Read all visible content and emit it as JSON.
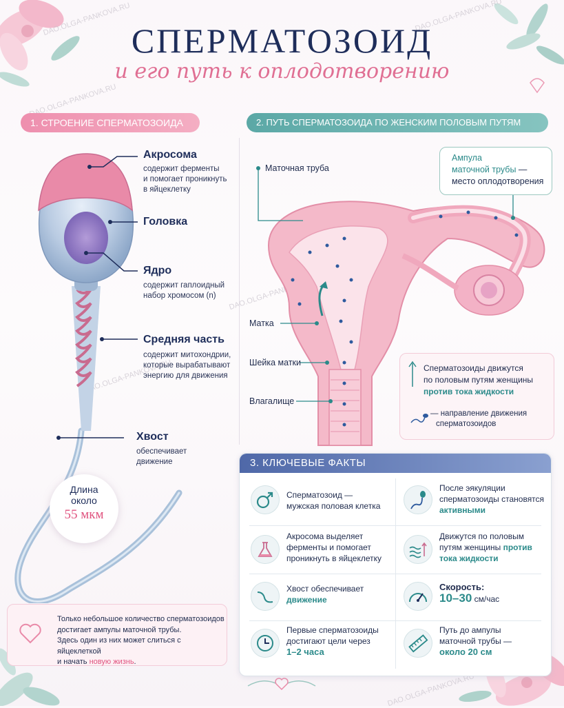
{
  "header": {
    "title": "СПЕРМАТОЗОИД",
    "subtitle": "и его путь к оплодотворению",
    "watermark": "DAO.OLGA-PANKOVA.RU"
  },
  "section1": {
    "heading": "1. СТРОЕНИЕ СПЕРМАТОЗОИДА",
    "acrosome": {
      "name": "Акросома",
      "desc1": "содержит ферменты",
      "desc2": "и помогает проникнуть",
      "desc3": "в яйцеклетку"
    },
    "head": {
      "name": "Головка"
    },
    "nucleus": {
      "name": "Ядро",
      "desc1": "содержит гаплоидный",
      "desc2": "набор хромосом (n)"
    },
    "midpiece": {
      "name": "Средняя часть",
      "desc1": "содержит митохондрии,",
      "desc2": "которые вырабатывают",
      "desc3": "энергию для движения"
    },
    "tail": {
      "name": "Хвост",
      "desc1": "обеспечивает",
      "desc2": "движение"
    },
    "length": {
      "line1": "Длина",
      "line2": "около",
      "value": "55 мкм"
    },
    "note": {
      "line1": "Только небольшое количество сперматозоидов",
      "line2": "достигает ампулы маточной трубы.",
      "line3": "Здесь один из них может слиться с яйцеклеткой",
      "line4": "и начать",
      "highlight": "новую жизнь",
      "end": "."
    }
  },
  "section2": {
    "heading": "2. ПУТЬ СПЕРМАТОЗОИДА ПО ЖЕНСКИМ ПОЛОВЫМ ПУТЯМ",
    "tube": "Маточная труба",
    "ampulla": {
      "line1": "Ампула",
      "line2": "маточной трубы",
      "line3": "—",
      "line4": "место оплодотворения"
    },
    "uterus": "Матка",
    "cervix": "Шейка матки",
    "vagina": "Влагалище",
    "info": {
      "line1": "Сперматозоиды движутся",
      "line2": "по половым путям женщины",
      "highlight": "против тока жидкости",
      "legend1": "— направление движения",
      "legend2": "сперматозоидов"
    }
  },
  "section3": {
    "heading": "3. КЛЮЧЕВЫЕ ФАКТЫ",
    "facts": [
      {
        "icon": "male-symbol-icon",
        "a": "Сперматозоид —",
        "b": "мужская половая клетка",
        "c": ""
      },
      {
        "icon": "sperm-icon",
        "a": "После эякуляции",
        "b": "сперматозоиды становятся",
        "c": "активными"
      },
      {
        "icon": "flask-icon",
        "a": "Акросома выделяет",
        "b": "ферменты и помогает",
        "c": "проникнуть в яйцеклетку"
      },
      {
        "icon": "waves-arrows-icon",
        "a": "Движутся по половым",
        "b": "путям женщины",
        "c": "против",
        "d": "тока жидкости"
      },
      {
        "icon": "wave-tail-icon",
        "a": "Хвост обеспечивает",
        "b": "движение",
        "c": ""
      },
      {
        "icon": "speedometer-icon",
        "a": "Скорость:",
        "b": "10–30",
        "c": "см/час"
      },
      {
        "icon": "clock-icon",
        "a": "Первые сперматозоиды",
        "b": "достигают цели через",
        "c": "1–2 часа"
      },
      {
        "icon": "ruler-icon",
        "a": "Путь до ампулы",
        "b": "маточной трубы —",
        "c": "около 20 см"
      }
    ]
  },
  "colors": {
    "pink": "#e0537f",
    "teal": "#2b8a8a",
    "navy": "#1e2d5a"
  }
}
